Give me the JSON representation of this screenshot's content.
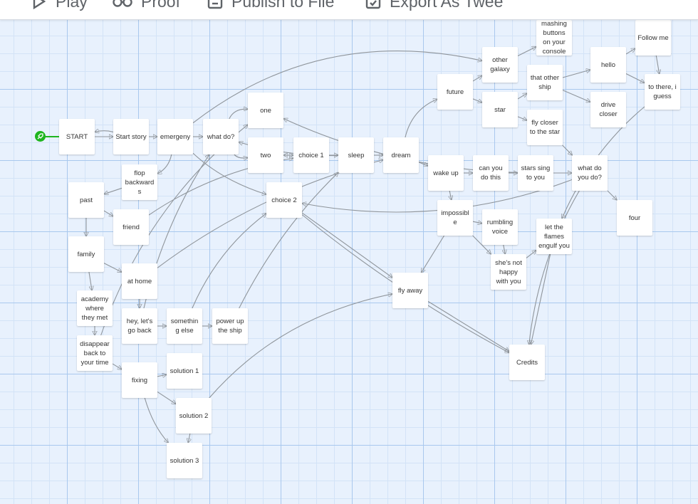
{
  "toolbar": {
    "play_label": "Play",
    "proof_label": "Proof",
    "publish_label": "Publish to File",
    "export_label": "Export As Twee"
  },
  "colors": {
    "start": "#1fb51f",
    "link": "#8f959b",
    "grid": "#a9c8ee"
  },
  "passages": [
    "START",
    "Start story",
    "emergen­y",
    "what do?",
    "one",
    "two",
    "choice 1",
    "sleep",
    "dream",
    "choice 2",
    "flop backwards",
    "past",
    "friend",
    "family",
    "at home",
    "academy where they met",
    "hey, let's go back",
    "somethin g else",
    "power up the ship",
    "disappear back to your time",
    "fixing",
    "solution 1",
    "solution 2",
    "solution 3",
    "fly away",
    "Credits",
    "wake up",
    "can you do this",
    "stars sing to you",
    "impossibl e",
    "rumbling voice",
    "she's not happy with you",
    "let the flames engulf you",
    "what do you do?",
    "four",
    "future",
    "other galaxy",
    "star",
    "mashing buttons on your console",
    "that other ship",
    "fly closer to the star",
    "hello",
    "drive closer",
    "Follow me",
    "to there, i guess"
  ]
}
